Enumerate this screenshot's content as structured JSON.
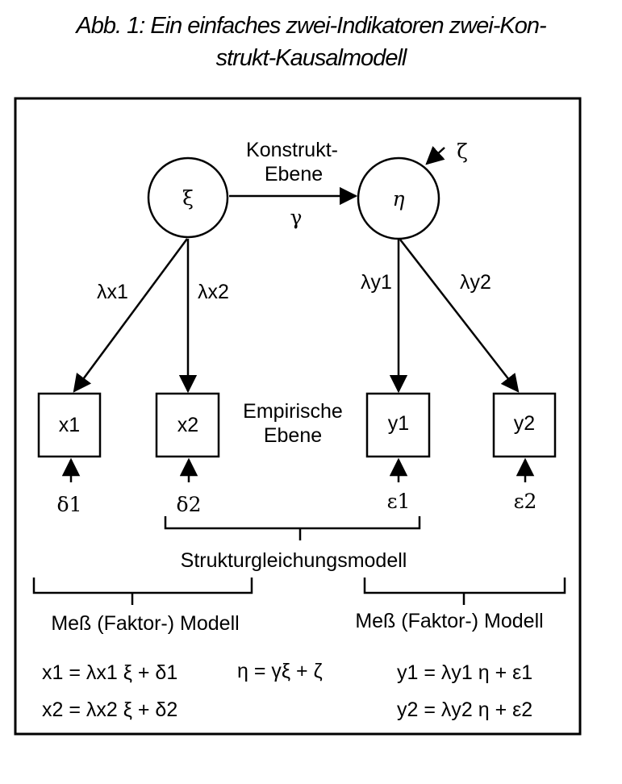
{
  "title": {
    "line1": "Abb. 1: Ein einfaches zwei-Indikatoren zwei-Kon-",
    "line2": "strukt-Kausalmodell"
  },
  "levels": {
    "construct_line1": "Konstrukt-",
    "construct_line2": "Ebene",
    "empirical_line1": "Empirische",
    "empirical_line2": "Ebene"
  },
  "constructs": {
    "xi": "ξ",
    "eta": "η",
    "zeta": "ζ",
    "gamma": "γ"
  },
  "loadings": {
    "lx1": "λx1",
    "lx2": "λx2",
    "ly1": "λy1",
    "ly2": "λy2"
  },
  "indicators": {
    "x1": "x1",
    "x2": "x2",
    "y1": "y1",
    "y2": "y2"
  },
  "errors": {
    "d1": "δ1",
    "d2": "δ2",
    "e1": "ε1",
    "e2": "ε2"
  },
  "brackets": {
    "structural": "Strukturgleichungsmodell",
    "measurement_left": "Meß (Faktor-) Modell",
    "measurement_right": "Meß (Faktor-) Modell"
  },
  "equations": {
    "eq_x1": "x1 = λx1 ξ + δ1",
    "eq_x2": "x2 = λx2 ξ + δ2",
    "eq_eta": "η = γξ + ζ",
    "eq_y1": "y1 = λy1 η + ε1",
    "eq_y2": "y2 = λy2 η + ε2"
  }
}
